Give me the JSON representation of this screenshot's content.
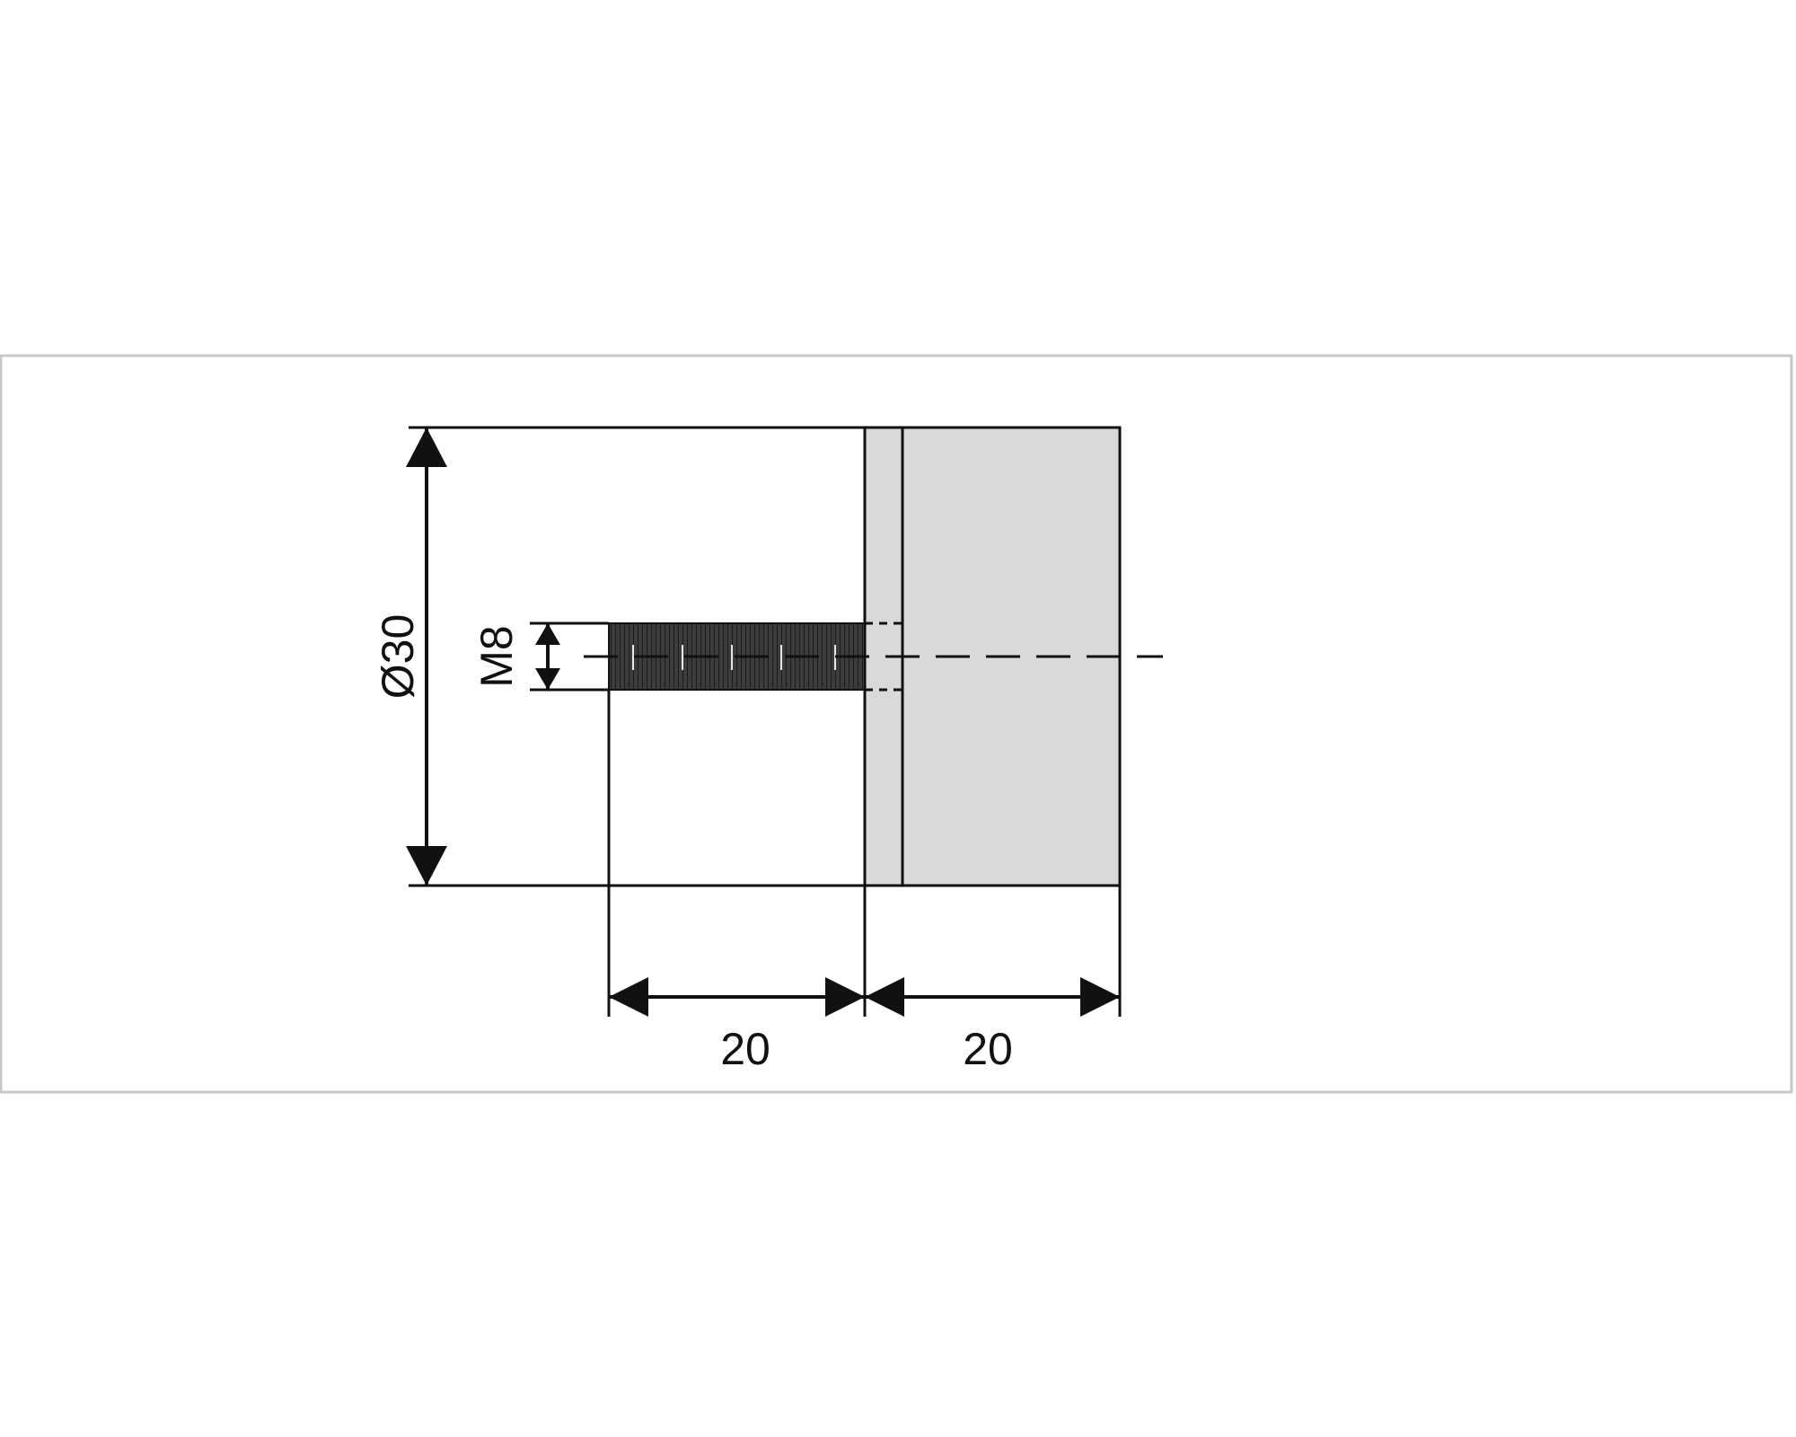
{
  "diagram": {
    "dimensions": {
      "diameter_label": "Ø30",
      "thread_label": "M8",
      "stud_length_label": "20",
      "body_length_label": "20"
    },
    "colors": {
      "background": "#ffffff",
      "frame_border": "#c8c8c8",
      "line": "#111111",
      "body_fill": "#d9d9dc",
      "thread_fill": "#3c3c3c"
    }
  }
}
